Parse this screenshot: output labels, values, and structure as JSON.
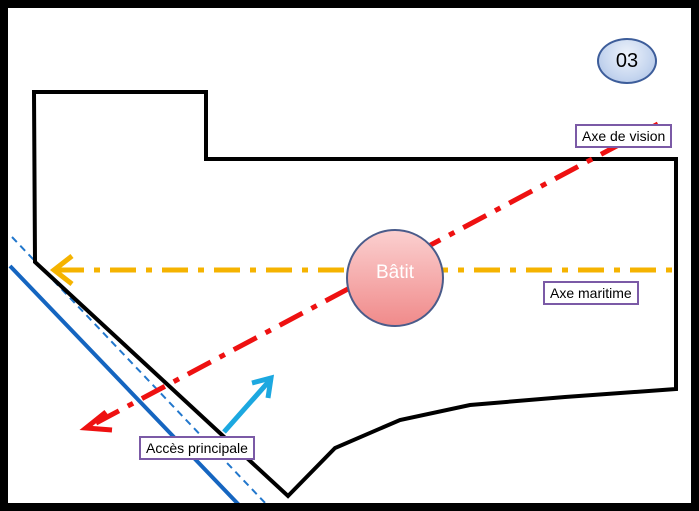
{
  "badge": {
    "number": "03"
  },
  "building": {
    "label": "Bâtit"
  },
  "labels": {
    "vision_axis": "Axe de vision",
    "maritime_axis": "Axe maritime",
    "main_access": "Accès principale"
  },
  "colors": {
    "vision_axis": "#ee1111",
    "maritime_axis": "#f5b300",
    "access_arrow": "#1ca8e0",
    "road": "#1565c0",
    "road_center": "#2277cc",
    "building_fill": "#f6a3a3",
    "building_stroke": "#4a5b8a",
    "label_border": "#7b5aa6",
    "badge_stroke": "#3d5d9a"
  }
}
